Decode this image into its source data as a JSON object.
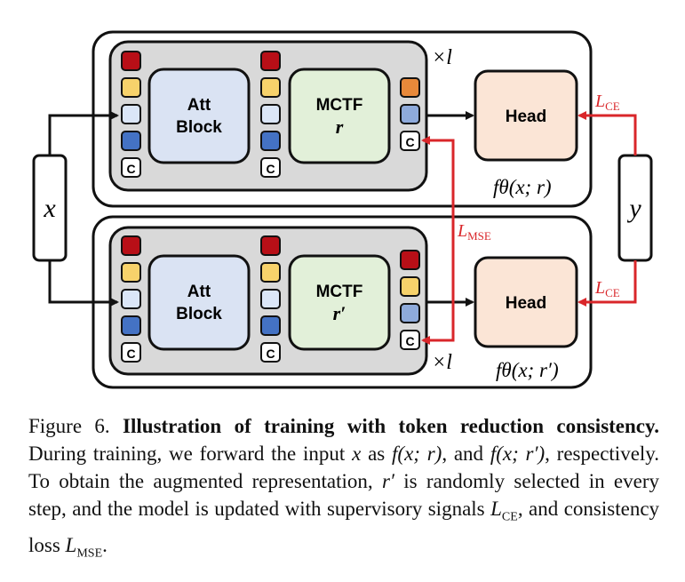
{
  "diagram": {
    "input_label": "x",
    "target_label": "y",
    "repeat_label": "×l",
    "mse_loss_label": "L",
    "mse_loss_sub": "MSE",
    "ce_loss_label": "L",
    "ce_loss_sub": "CE",
    "token_c_label": "C",
    "att_block_line1": "Att",
    "att_block_line2": "Block",
    "mctf_label": "MCTF",
    "top": {
      "mctf_param": "r",
      "head_label": "Head",
      "func_label": "fθ(x; r)"
    },
    "bottom": {
      "mctf_param": "r′",
      "head_label": "Head",
      "func_label": "fθ(x; r′)"
    },
    "colors": {
      "token_red": "#b80f17",
      "token_yellow": "#f7d26b",
      "token_lightblue": "#dbe6f7",
      "token_blue": "#4472c4",
      "token_orange": "#e8893a",
      "token_midblue": "#8eaadb",
      "att_block_fill": "#dae3f3",
      "mctf_fill": "#e2f0d9",
      "head_fill": "#fbe5d6",
      "inner_panel_fill": "#d9d9d9",
      "loss_red": "#d9262a"
    }
  },
  "caption": {
    "figure_label": "Figure 6.",
    "bold_title": "Illustration of training with token reduction consistency.",
    "text_1": "During training, we forward the input",
    "var_x": "x",
    "text_2": "as",
    "expr_1": "f(x; r)",
    "text_3": ", and",
    "expr_2": "f(x; r′)",
    "text_4": ", respectively. To obtain the augmented representation,",
    "var_rp": "r′",
    "text_5": "is randomly selected in every step, and the model is updated with supervisory signals",
    "loss_ce": "L",
    "loss_ce_sub": "CE",
    "text_6": ", and consistency loss",
    "loss_mse": "L",
    "loss_mse_sub": "MSE",
    "text_7": "."
  }
}
